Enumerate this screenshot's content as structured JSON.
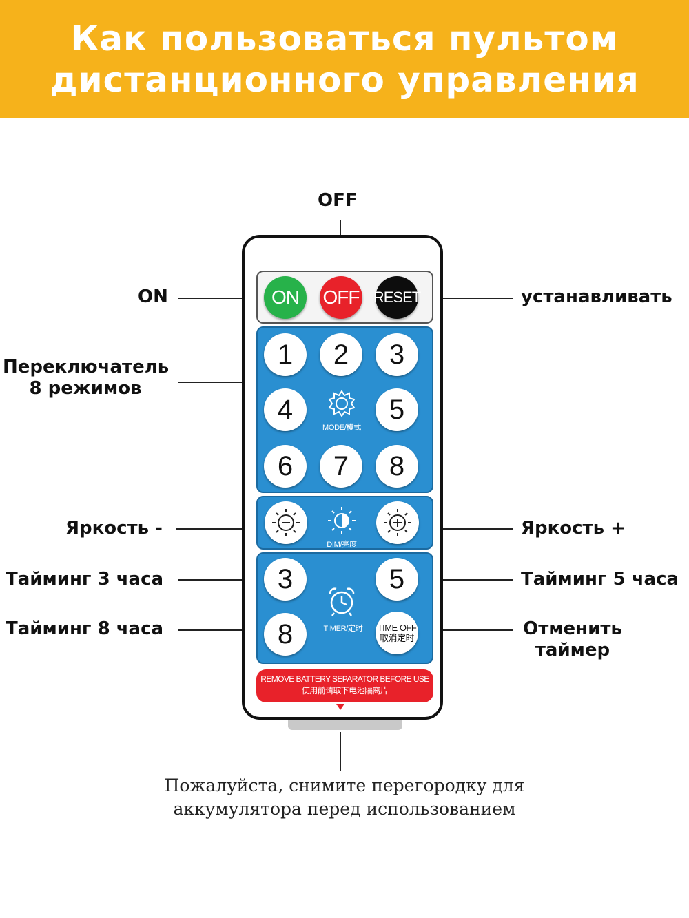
{
  "header": {
    "title_line1": "Как пользоваться пультом",
    "title_line2": "дистанционного управления",
    "background": "#f6b21b"
  },
  "labels": {
    "off": "OFF",
    "on": "ON",
    "reset": "устанавливать",
    "modes_line1": "Переключатель",
    "modes_line2": "8 режимов",
    "brightness_down": "Яркость -",
    "brightness_up": "Яркость +",
    "timer3": "Тайминг 3 часа",
    "timer5": "Тайминг 5 часа",
    "timer8": "Тайминг 8 часа",
    "timer_off_line1": "Отменить",
    "timer_off_line2": "таймер"
  },
  "remote": {
    "power_buttons": [
      {
        "label": "ON",
        "color": "#27b24a"
      },
      {
        "label": "OFF",
        "color": "#e8222a"
      },
      {
        "label": "RESET",
        "color": "#0d0d0d"
      }
    ],
    "mode_buttons": [
      "1",
      "2",
      "3",
      "4",
      "5",
      "6",
      "7",
      "8"
    ],
    "mode_caption": "MODE/模式",
    "dim_caption": "DIM/亮度",
    "timer_buttons": [
      "3",
      "5",
      "8"
    ],
    "timer_caption": "TIMER/定时",
    "timer_off_line1": "TIME OFF",
    "timer_off_line2": "取消定时",
    "banner_line1": "REMOVE BATTERY SEPARATOR BEFORE USE",
    "banner_line2": "使用前请取下电池隔离片",
    "panel_color": "#2a8fd1",
    "icon_names": [
      "sun-gear-icon",
      "brightness-down-icon",
      "brightness-half-icon",
      "brightness-up-icon",
      "alarm-clock-icon"
    ]
  },
  "note": {
    "line1": "Пожалуйста, снимите перегородку для",
    "line2": "аккумулятора перед использованием"
  }
}
